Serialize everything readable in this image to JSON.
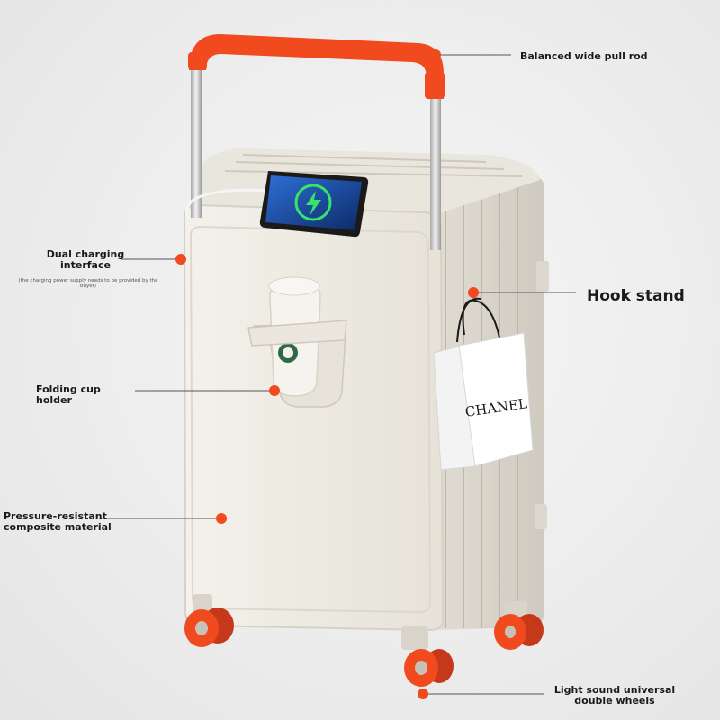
{
  "colors": {
    "accent": "#f04a1e",
    "shell": "#efece4",
    "shell_shadow": "#d8d4ca",
    "rod": "#c9c9c9"
  },
  "callouts": {
    "pull_rod": "Balanced wide pull rod",
    "charging_line1": "Dual charging",
    "charging_line2": "interface",
    "charging_note_line1": "(the charging power supply needs to be provided by the",
    "charging_note_line2": "buyer)",
    "hook": "Hook stand",
    "cup_line1": "Folding cup",
    "cup_line2": "holder",
    "material_line1": "Pressure-resistant",
    "material_line2": "composite material",
    "wheels_line1": "Light sound universal",
    "wheels_line2": "double wheels"
  },
  "bag_brand": "CHANEL"
}
